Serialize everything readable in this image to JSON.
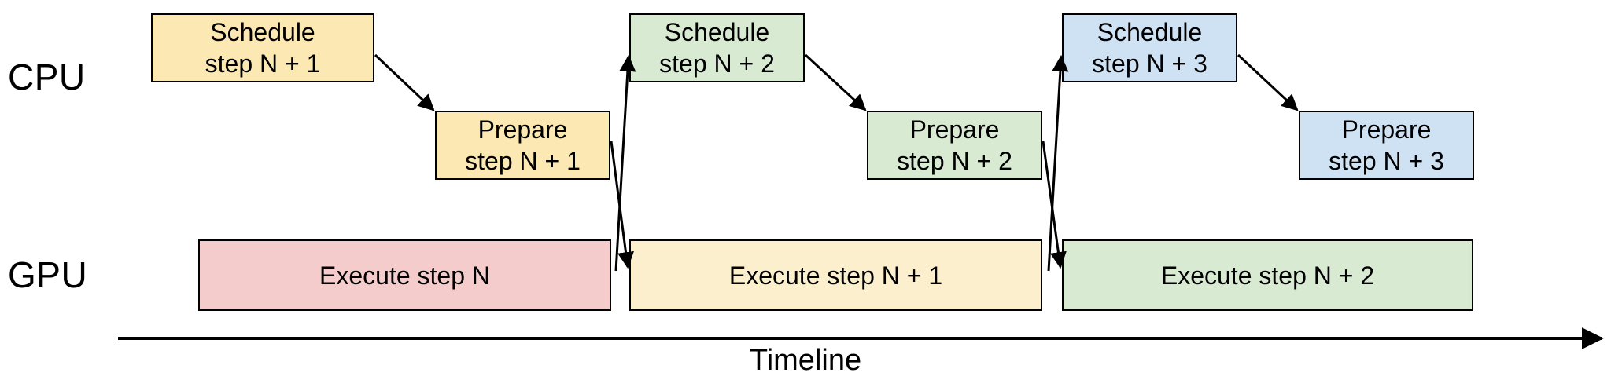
{
  "diagram": {
    "title_caption": "Timeline",
    "rows": [
      {
        "id": "cpu",
        "label": "CPU"
      },
      {
        "id": "gpu",
        "label": "GPU"
      }
    ],
    "colors": {
      "fill_yellow": "#fce8b2",
      "fill_green": "#d9ead3",
      "fill_blue": "#cfe2f3",
      "fill_pink": "#f4cccc",
      "fill_light_yellow": "#fcefcd",
      "stroke": "#000000",
      "text": "#000000",
      "background": "#ffffff"
    },
    "cpu_tasks": [
      {
        "name": "schedule-n1",
        "line1": "Schedule",
        "line2": "step N + 1",
        "color": "#fce8b2"
      },
      {
        "name": "prepare-n1",
        "line1": "Prepare",
        "line2": "step N + 1",
        "color": "#fce8b2"
      },
      {
        "name": "schedule-n2",
        "line1": "Schedule",
        "line2": "step N + 2",
        "color": "#d9ead3"
      },
      {
        "name": "prepare-n2",
        "line1": "Prepare",
        "line2": "step N + 2",
        "color": "#d9ead3"
      },
      {
        "name": "schedule-n3",
        "line1": "Schedule",
        "line2": "step N + 3",
        "color": "#cfe2f3"
      },
      {
        "name": "prepare-n3",
        "line1": "Prepare",
        "line2": "step N + 3",
        "color": "#cfe2f3"
      }
    ],
    "gpu_tasks": [
      {
        "name": "execute-n",
        "label": "Execute step N",
        "color": "#f4cccc"
      },
      {
        "name": "execute-n1",
        "label": "Execute step N + 1",
        "color": "#fcefcd"
      },
      {
        "name": "execute-n2",
        "label": "Execute step N + 2",
        "color": "#d9ead3"
      }
    ],
    "axis": {
      "name": "timeline-axis",
      "label": "Timeline",
      "direction": "left-to-right"
    }
  }
}
